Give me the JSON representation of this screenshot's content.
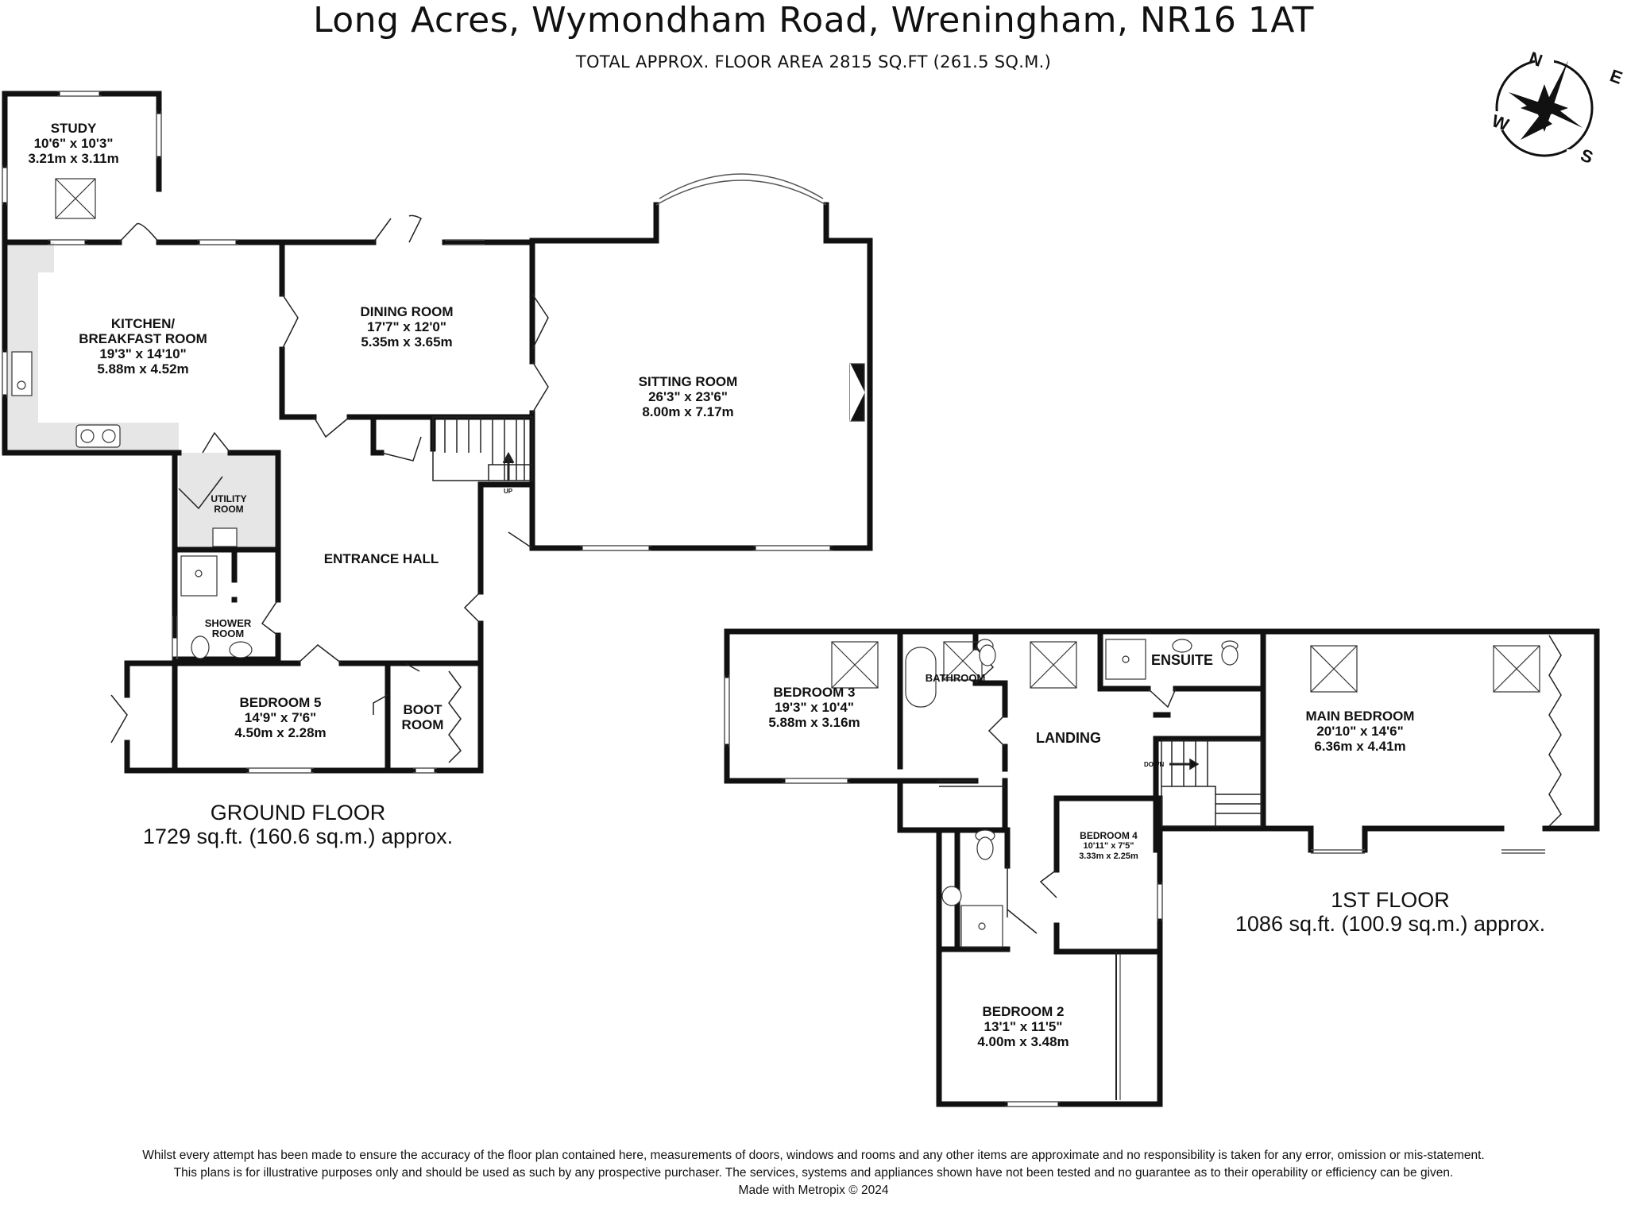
{
  "header": {
    "title": "Long Acres, Wymondham Road, Wreningham, NR16 1AT",
    "subtitle": "TOTAL APPROX. FLOOR AREA 2815 SQ.FT (261.5 SQ.M.)"
  },
  "compass": {
    "n": "N",
    "e": "E",
    "s": "S",
    "w": "W"
  },
  "ground_floor": {
    "label": "GROUND FLOOR",
    "area": "1729 sq.ft. (160.6 sq.m.) approx.",
    "stairs_label": "UP",
    "rooms": {
      "study": {
        "name": "STUDY",
        "imperial": "10'6\"  x 10'3\"",
        "metric": "3.21m  x 3.11m"
      },
      "kitchen": {
        "name1": "KITCHEN/",
        "name2": "BREAKFAST ROOM",
        "imperial": "19'3\"  x 14'10\"",
        "metric": "5.88m  x 4.52m"
      },
      "dining": {
        "name": "DINING ROOM",
        "imperial": "17'7\"  x 12'0\"",
        "metric": "5.35m  x 3.65m"
      },
      "sitting": {
        "name": "SITTING ROOM",
        "imperial": "26'3\"  x 23'6\"",
        "metric": "8.00m  x 7.17m"
      },
      "utility": {
        "name1": "UTILITY",
        "name2": "ROOM"
      },
      "shower": {
        "name1": "SHOWER",
        "name2": "ROOM"
      },
      "entrance": {
        "name": "ENTRANCE HALL"
      },
      "bedroom5": {
        "name": "BEDROOM 5",
        "imperial": "14'9\"  x 7'6\"",
        "metric": "4.50m  x 2.28m"
      },
      "boot": {
        "name1": "BOOT",
        "name2": "ROOM"
      }
    }
  },
  "first_floor": {
    "label": "1ST FLOOR",
    "area": "1086 sq.ft. (100.9 sq.m.) approx.",
    "stairs_label": "DOWN",
    "rooms": {
      "bedroom3": {
        "name": "BEDROOM 3",
        "imperial": "19'3\"  x 10'4\"",
        "metric": "5.88m  x 3.16m"
      },
      "bathroom": {
        "name": "BATHROOM"
      },
      "ensuite": {
        "name": "ENSUITE"
      },
      "landing": {
        "name": "LANDING"
      },
      "main_bedroom": {
        "name": "MAIN BEDROOM",
        "imperial": "20'10\"  x 14'6\"",
        "metric": "6.36m  x 4.41m"
      },
      "bedroom4": {
        "name": "BEDROOM 4",
        "imperial": "10'11\"  x 7'5\"",
        "metric": "3.33m  x 2.25m"
      },
      "bedroom2": {
        "name": "BEDROOM 2",
        "imperial": "13'1\"  x 11'5\"",
        "metric": "4.00m  x 3.48m"
      }
    }
  },
  "footer": {
    "line1": "Whilst every attempt has been made to ensure the accuracy of the floor plan contained here, measurements of doors, windows and rooms and any other items are approximate and no responsibility is taken for any error, omission or mis-statement.",
    "line2": "This plans is for illustrative purposes only and should be used as such by any prospective purchaser. The services, systems and appliances shown have not been tested and no guarantee as to their operability or efficiency can be given.",
    "line3": "Made with Metropix © 2024"
  },
  "colors": {
    "wall": "#111111",
    "fixture_fill": "#e6e6e6",
    "background": "#ffffff"
  }
}
